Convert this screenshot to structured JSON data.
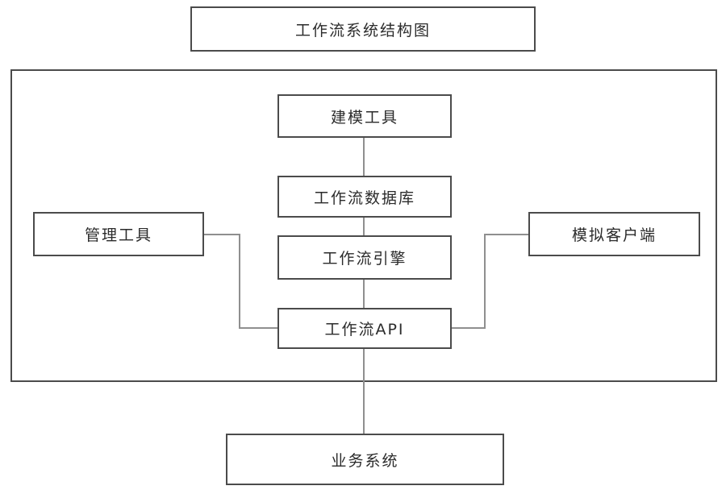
{
  "diagram": {
    "title": "工作流系统结构图",
    "nodes": {
      "modeling_tool": "建模工具",
      "workflow_database": "工作流数据库",
      "workflow_engine": "工作流引擎",
      "workflow_api": "工作流API",
      "management_tool": "管理工具",
      "simulated_client": "模拟客户端",
      "business_system": "业务系统"
    },
    "colors": {
      "background": "#ffffff",
      "box_border": "#4b4b4b",
      "connector": "#8f8f8f",
      "text": "#2b2b2b"
    }
  }
}
